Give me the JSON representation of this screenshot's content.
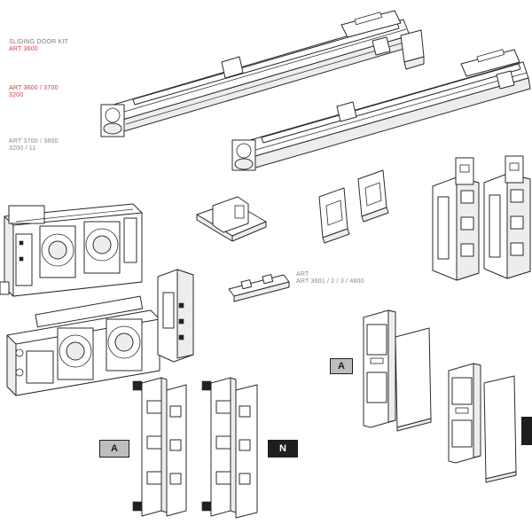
{
  "notes": {
    "n1": {
      "line1": "SLIDING DOOR KIT",
      "line2": "ART 3600"
    },
    "n2": {
      "line1": "ART 3600 / 3700",
      "line2": "3200"
    },
    "n3": {
      "line1": "ART 3700 / 3800",
      "line2": "3200 / 11"
    },
    "n4": {
      "line1": "ART",
      "line2": "ART 3601 / 2 / 3 / 4800"
    }
  },
  "badges": {
    "a_main": "A",
    "n_main": "N",
    "a_right": "A"
  },
  "colors": {
    "line": "#2b2b2b",
    "accent_red": "#d23a48",
    "badge_light": "#bdbdbd",
    "badge_dark": "#1e1e1e"
  }
}
